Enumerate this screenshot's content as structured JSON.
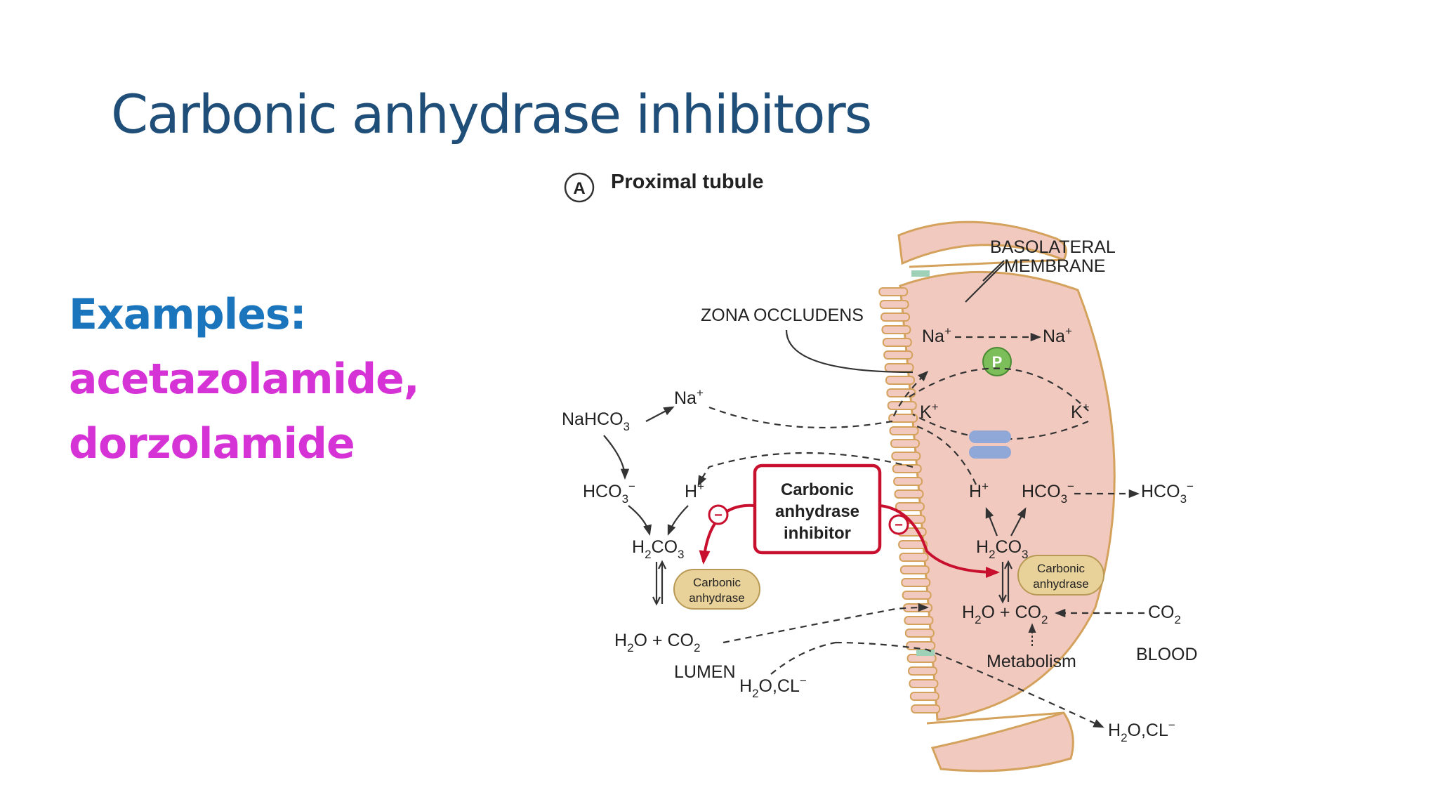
{
  "slide": {
    "title": "Carbonic anhydrase inhibitors",
    "examples_heading": "Examples:",
    "example_drugs": [
      "acetazolamide,",
      "dorzolamide"
    ]
  },
  "colors": {
    "title": "#1f4e79",
    "heading": "#1b75bc",
    "drugs": "#d633d6",
    "cell": "#f1c9bf",
    "cell_border": "#d4a25c",
    "inhibitor_red": "#c8102e",
    "enzyme": "#e9d19a"
  },
  "diagram": {
    "panel_marker": "A",
    "panel_title": "Proximal tubule",
    "basolateral_membrane": [
      "BASOLATERAL",
      "MEMBRANE"
    ],
    "zona_occludens": "ZONA OCCLUDENS",
    "inhibitor_box": [
      "Carbonic",
      "anhydrase",
      "inhibitor"
    ],
    "enzyme_lumen": [
      "Carbonic",
      "anhydrase"
    ],
    "enzyme_cell": [
      "Carbonic",
      "anhydrase"
    ],
    "pump_symbol": "P",
    "inhibition_sign": "−",
    "compartments": {
      "lumen": "LUMEN",
      "blood": "BLOOD"
    },
    "metabolism": "Metabolism",
    "chem": {
      "na": "Na",
      "k": "K",
      "h": "H",
      "hco3": "HCO",
      "h2co3": "H",
      "nahco3": "NaHCO",
      "h2o": "H",
      "co2": "CO",
      "water_chloride": "H",
      "plus_charge": "+",
      "minus_charge": "−",
      "sub2": "2",
      "sub3": "3",
      "co3": "CO",
      "o_plus": "O + ",
      "o_comma_cl": "O,CL"
    }
  }
}
